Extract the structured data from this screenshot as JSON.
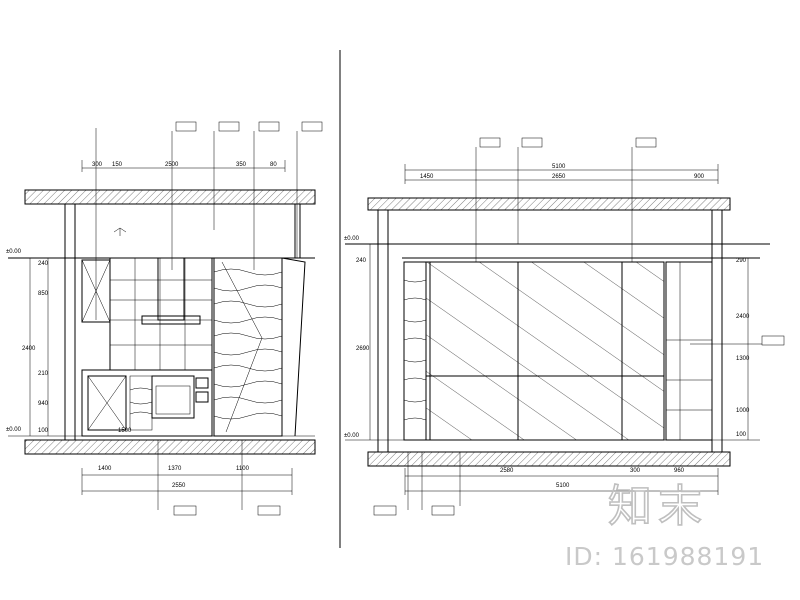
{
  "left_elevation": {
    "top_dims": [
      "300",
      "150",
      "2500",
      "350",
      "80"
    ],
    "top_tags": [
      "",
      "",
      "",
      ""
    ],
    "note_lines": [
      "",
      "",
      ""
    ],
    "side_dims": [
      "240",
      "850",
      "2400",
      "210",
      "940",
      "100"
    ],
    "bottom_dims": [
      "1400",
      "1370",
      "1100"
    ],
    "total": "2550",
    "bottom_tags": [
      "",
      ""
    ],
    "level_marks": [
      "±0.00",
      "±0.00"
    ],
    "inline_dim": "1500"
  },
  "right_elevation": {
    "top_dims": [
      "5100",
      "1450",
      "2650",
      "900"
    ],
    "top_tags": [
      "",
      "",
      ""
    ],
    "side_dims_left": [
      "240",
      "2690"
    ],
    "side_dims_right": [
      "290",
      "2400",
      "1300",
      "1000",
      "100"
    ],
    "bottom_dims": [
      "2580",
      "300",
      "960"
    ],
    "total": "5100",
    "bottom_tags": [
      "",
      "",
      ""
    ],
    "right_tag": "",
    "level_marks": [
      "±0.00",
      "±0.00"
    ]
  },
  "watermark": {
    "logo_text": "知末",
    "id_text": "ID: 161988191"
  }
}
